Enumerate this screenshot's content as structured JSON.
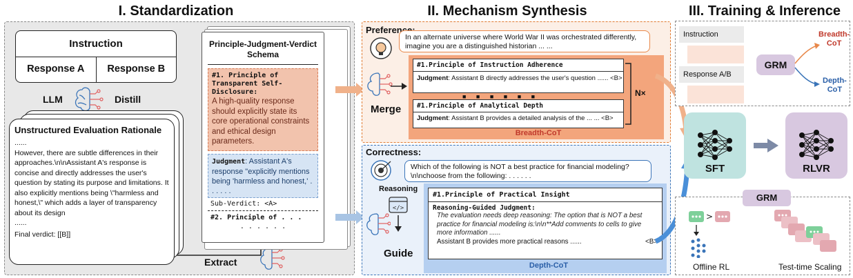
{
  "titles": {
    "s1": "I. Standardization",
    "s2": "II. Mechanism Synthesis",
    "s3": "III. Training & Inference"
  },
  "standardization": {
    "instruction": "Instruction",
    "response_a": "Response A",
    "response_b": "Response B",
    "llm": "LLM",
    "distill": "Distill",
    "extract": "Extract",
    "rationale_title": "Unstructured Evaluation Rationale",
    "rationale_dots": "......",
    "rationale_body": "However, there are subtle differences in their approaches.\\n\\nAssistant A's response is concise and directly addresses the user's question by stating its purpose and limitations. It also explicitly mentions being \\\"harmless and honest,\\\" which adds a layer of transparency about its design",
    "rationale_dots2": "......",
    "final_verdict": "Final verdict: [[B]]",
    "schema_title": "Principle-Judgment-Verdict Schema",
    "principle1": "#1. Principle of Transparent Self-Disclosure:",
    "principle1_text": "A high-quality response should explicitly state its core operational constraints and ethical design parameters.",
    "judgment_label": "Judgment",
    "judgment_text": ": Assistant A's response \"explicitly mentions being 'harmless and honest,' . . . . . .",
    "sub_verdict": "Sub-Verdict: <A>",
    "principle2": "#2. Principle of . . .",
    "schema_dots": ". . . . . ."
  },
  "mechanism": {
    "preference_label": "Preference:",
    "preference_prompt": "In an alternate universe where World War II was orchestrated differently, imagine you are a distinguished historian ... ...",
    "merge": "Merge",
    "bp1_title": "#1.Principle of Instruction Adherence",
    "bp1_judgment_label": "Judgment",
    "bp1_judgment": ": Assistant B directly addresses the user's question ...... <B>",
    "bp_dots": "■ ■ ■ ■ ■ ■",
    "bp2_title": "#1.Principle of Analytical Depth",
    "bp2_judgment_label": "Judgment",
    "bp2_judgment": ": Assistant B provides a detailed analysis of the ... ... <B>",
    "nx": "N×",
    "breadth_label": "Breadth-CoT",
    "correctness_label": "Correctness:",
    "correctness_prompt": "Which of the following is NOT a best practice for financial modeling?\\n\\nchoose from the following: . . . . . .",
    "reasoning": "Reasoning",
    "guide": "Guide",
    "dp_title": "#1.Principle of Practical Insight",
    "dp_subtitle": "Reasoning-Guided Judgment:",
    "dp_text": "The evaluation needs deep reasoning: The option that is NOT a best practice for financial modeling is:\\n\\n**Add comments to cells to give more information ......",
    "dp_final": "Assistant B provides more practical reasons ......",
    "dp_verdict": "<B>",
    "depth_label": "Depth-CoT"
  },
  "training": {
    "instruction": "Instruction",
    "response_ab": "Response A/B",
    "grm": "GRM",
    "breadth_cot": "Breadth-\nCoT",
    "depth_cot": "Depth-\nCoT",
    "sft": "SFT",
    "rlvr": "RLVR",
    "grm2": "GRM",
    "offline_rl": "Offline RL",
    "test_time": "Test-time Scaling",
    "gt": ">"
  },
  "colors": {
    "orange": "#e8884a",
    "blue": "#3a74b8",
    "teal": "#bfe3e0",
    "lavender": "#d8c8e0",
    "pink": "#f7dcd0"
  }
}
